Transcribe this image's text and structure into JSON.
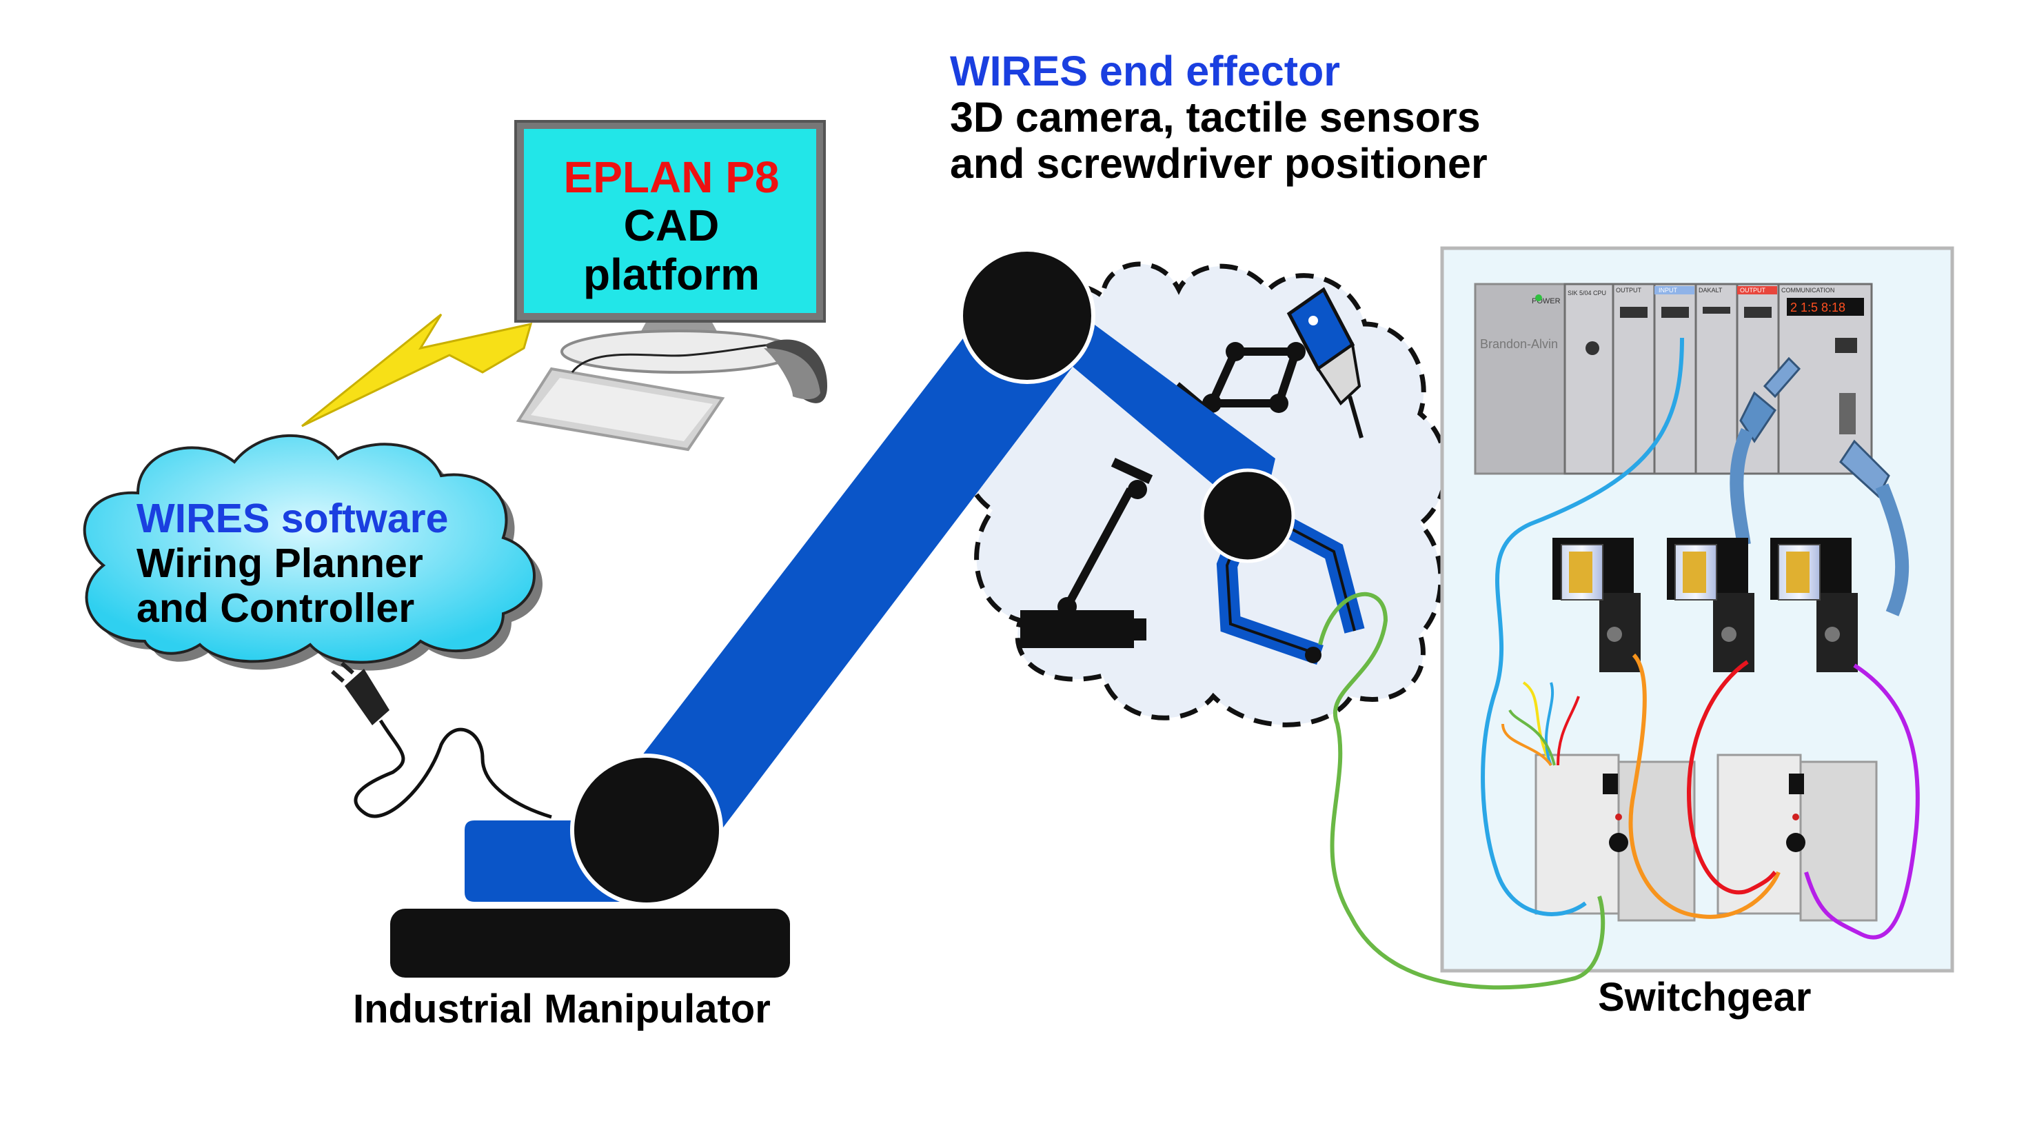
{
  "cad": {
    "name": "EPLAN P8",
    "line2": "CAD",
    "line3": "platform"
  },
  "software": {
    "name": "WIRES software",
    "line2": "Wiring Planner",
    "line3": "and Controller"
  },
  "end_effector": {
    "name": "WIRES end effector",
    "line2": "3D camera, tactile sensors",
    "line3": "and screwdriver positioner"
  },
  "manipulator": {
    "label": "Industrial Manipulator"
  },
  "switchgear": {
    "label": "Switchgear",
    "plc": {
      "brand": "Brandon-Alvin",
      "power_module": "POWER",
      "cpu_module": "SIK 5/04 CPU",
      "output_module": "OUTPUT",
      "input_module": "INPUT",
      "dataout_module": "DAKALT",
      "output2_module": "OUTPUT",
      "comm_module": "COMMUNICATION",
      "display_value": "2 1:5 8:18"
    }
  },
  "colors": {
    "robot_blue": "#0a55c8",
    "accent_red": "#ee1111",
    "accent_blue": "#1a3fe0",
    "screen_cyan": "#22e6e8",
    "cloud_cyan": "#6fe2f5",
    "lightning_yellow": "#f7e017",
    "wire_green": "#6ab845",
    "wire_cyan": "#2aa6e6",
    "wire_orange": "#f7941d",
    "wire_red": "#e8141e",
    "wire_purple": "#b51fe8",
    "cable_steel": "#5b8fc6",
    "panel_bg": "#eaf6fb"
  },
  "icons": {
    "monitor": "monitor-icon",
    "keyboard": "keyboard-icon",
    "mouse": "mouse-icon",
    "lightning": "lightning-bolt-icon",
    "cloud": "cloud-icon",
    "plug": "power-plug-icon",
    "robot": "robot-arm-icon",
    "camera": "camera-icon",
    "screwdriver": "screwdriver-icon",
    "gripper": "gripper-icon",
    "relay": "relay-icon",
    "plc": "plc-rack-icon",
    "controller": "controller-unit-icon",
    "usb": "usb-connector-icon",
    "serial": "serial-connector-icon"
  }
}
